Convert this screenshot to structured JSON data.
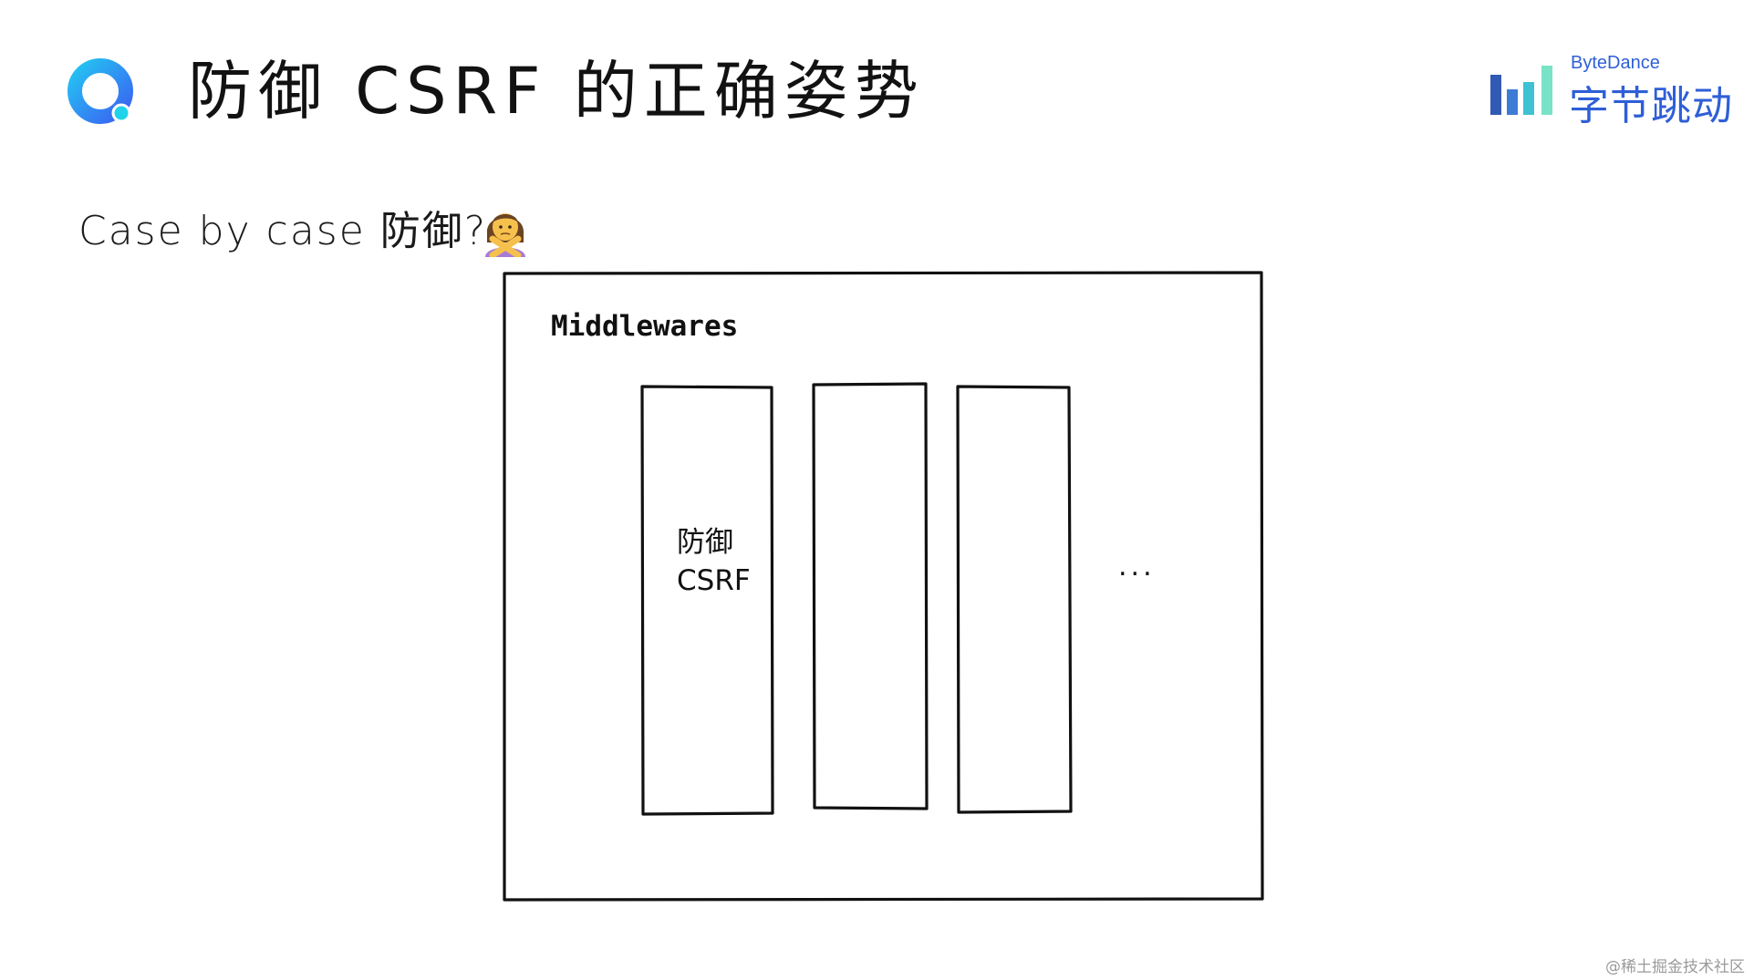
{
  "slide": {
    "title": "防御 CSRF 的正确姿势",
    "subtitle": "Case by case 防御?"
  },
  "brand": {
    "name_en": "ByteDance",
    "name_cn": "字节跳动",
    "color": "#2f5fd6"
  },
  "app_logo": {
    "icon": "app-logo-icon",
    "colors": [
      "#2ea8f5",
      "#3b6ef5",
      "#18d6e8"
    ]
  },
  "emoji": {
    "icon": "person-gesturing-no-icon"
  },
  "diagram": {
    "container_label": "Middlewares",
    "middlewares": [
      {
        "line1": "防御",
        "line2": "CSRF"
      },
      {
        "line1": "",
        "line2": ""
      },
      {
        "line1": "",
        "line2": ""
      }
    ],
    "more": "..."
  },
  "footer": {
    "credit": "@稀土掘金技术社区"
  }
}
